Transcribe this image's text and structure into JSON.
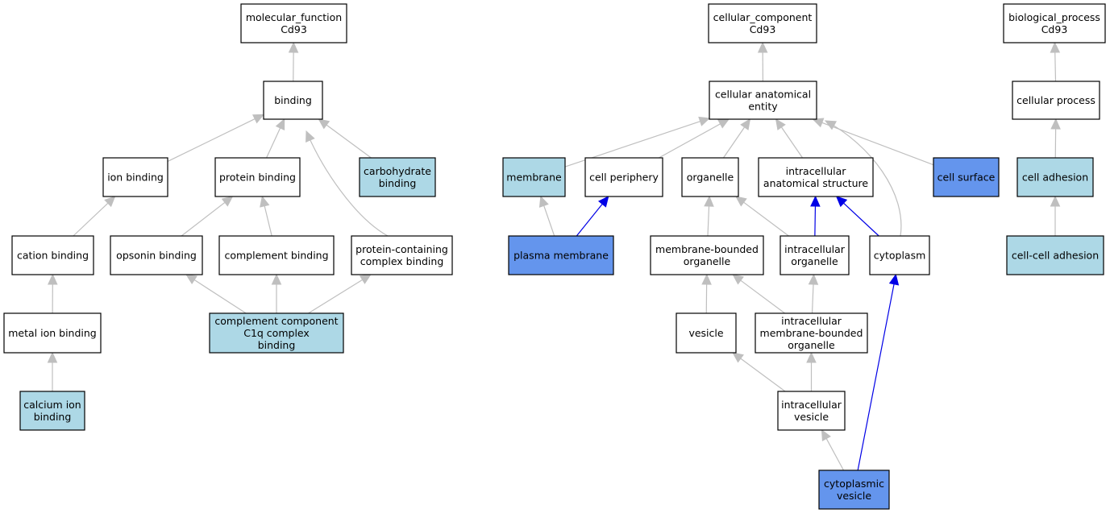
{
  "colors": {
    "edge": "#bfbfbf",
    "highlight_edge": "#0000e6",
    "node_default": "#ffffff",
    "node_light": "#add8e6",
    "node_strong": "#6495ed",
    "stroke": "#000000"
  },
  "nodes": [
    {
      "id": "mf",
      "lines": [
        "molecular_function",
        "Cd93"
      ],
      "fill": "default"
    },
    {
      "id": "binding",
      "lines": [
        "binding"
      ],
      "fill": "default"
    },
    {
      "id": "ion_binding",
      "lines": [
        "ion binding"
      ],
      "fill": "default"
    },
    {
      "id": "protein_binding",
      "lines": [
        "protein binding"
      ],
      "fill": "default"
    },
    {
      "id": "carbohydrate_binding",
      "lines": [
        "carbohydrate",
        "binding"
      ],
      "fill": "light"
    },
    {
      "id": "cation_binding",
      "lines": [
        "cation binding"
      ],
      "fill": "default"
    },
    {
      "id": "opsonin_binding",
      "lines": [
        "opsonin binding"
      ],
      "fill": "default"
    },
    {
      "id": "complement_binding",
      "lines": [
        "complement binding"
      ],
      "fill": "default"
    },
    {
      "id": "pcc_binding",
      "lines": [
        "protein-containing",
        "complex binding"
      ],
      "fill": "default"
    },
    {
      "id": "metal_ion_binding",
      "lines": [
        "metal ion binding"
      ],
      "fill": "default"
    },
    {
      "id": "c1q_binding",
      "lines": [
        "complement component",
        "C1q complex",
        "binding"
      ],
      "fill": "light"
    },
    {
      "id": "calcium_ion_binding",
      "lines": [
        "calcium ion",
        "binding"
      ],
      "fill": "light"
    },
    {
      "id": "cc",
      "lines": [
        "cellular_component",
        "Cd93"
      ],
      "fill": "default"
    },
    {
      "id": "cae",
      "lines": [
        "cellular anatomical",
        "entity"
      ],
      "fill": "default"
    },
    {
      "id": "membrane",
      "lines": [
        "membrane"
      ],
      "fill": "light"
    },
    {
      "id": "cell_periphery",
      "lines": [
        "cell periphery"
      ],
      "fill": "default"
    },
    {
      "id": "organelle",
      "lines": [
        "organelle"
      ],
      "fill": "default"
    },
    {
      "id": "ias",
      "lines": [
        "intracellular",
        "anatomical structure"
      ],
      "fill": "default"
    },
    {
      "id": "cell_surface",
      "lines": [
        "cell surface"
      ],
      "fill": "strong"
    },
    {
      "id": "plasma_membrane",
      "lines": [
        "plasma membrane"
      ],
      "fill": "strong"
    },
    {
      "id": "mbo",
      "lines": [
        "membrane-bounded",
        "organelle"
      ],
      "fill": "default"
    },
    {
      "id": "intra_org",
      "lines": [
        "intracellular",
        "organelle"
      ],
      "fill": "default"
    },
    {
      "id": "cytoplasm",
      "lines": [
        "cytoplasm"
      ],
      "fill": "default"
    },
    {
      "id": "vesicle",
      "lines": [
        "vesicle"
      ],
      "fill": "default"
    },
    {
      "id": "imbo",
      "lines": [
        "intracellular",
        "membrane-bounded",
        "organelle"
      ],
      "fill": "default"
    },
    {
      "id": "intra_vesicle",
      "lines": [
        "intracellular",
        "vesicle"
      ],
      "fill": "default"
    },
    {
      "id": "cyto_vesicle",
      "lines": [
        "cytoplasmic",
        "vesicle"
      ],
      "fill": "strong"
    },
    {
      "id": "bp",
      "lines": [
        "biological_process",
        "Cd93"
      ],
      "fill": "default"
    },
    {
      "id": "cellular_process",
      "lines": [
        "cellular process"
      ],
      "fill": "default"
    },
    {
      "id": "cell_adhesion",
      "lines": [
        "cell adhesion"
      ],
      "fill": "light"
    },
    {
      "id": "cc_adhesion",
      "lines": [
        "cell-cell adhesion"
      ],
      "fill": "light"
    }
  ],
  "edges": [
    {
      "from": "binding",
      "to": "mf",
      "highlight": false
    },
    {
      "from": "ion_binding",
      "to": "binding",
      "highlight": false
    },
    {
      "from": "protein_binding",
      "to": "binding",
      "highlight": false
    },
    {
      "from": "carbohydrate_binding",
      "to": "binding",
      "highlight": false
    },
    {
      "from": "pcc_binding",
      "to": "binding",
      "highlight": false
    },
    {
      "from": "cation_binding",
      "to": "ion_binding",
      "highlight": false
    },
    {
      "from": "opsonin_binding",
      "to": "protein_binding",
      "highlight": false
    },
    {
      "from": "complement_binding",
      "to": "protein_binding",
      "highlight": false
    },
    {
      "from": "metal_ion_binding",
      "to": "cation_binding",
      "highlight": false
    },
    {
      "from": "calcium_ion_binding",
      "to": "metal_ion_binding",
      "highlight": false
    },
    {
      "from": "c1q_binding",
      "to": "opsonin_binding",
      "highlight": false
    },
    {
      "from": "c1q_binding",
      "to": "complement_binding",
      "highlight": false
    },
    {
      "from": "c1q_binding",
      "to": "pcc_binding",
      "highlight": false
    },
    {
      "from": "cae",
      "to": "cc",
      "highlight": false
    },
    {
      "from": "membrane",
      "to": "cae",
      "highlight": false
    },
    {
      "from": "cell_periphery",
      "to": "cae",
      "highlight": false
    },
    {
      "from": "organelle",
      "to": "cae",
      "highlight": false
    },
    {
      "from": "ias",
      "to": "cae",
      "highlight": false
    },
    {
      "from": "cell_surface",
      "to": "cae",
      "highlight": false
    },
    {
      "from": "cytoplasm",
      "to": "cae",
      "highlight": false
    },
    {
      "from": "plasma_membrane",
      "to": "membrane",
      "highlight": false
    },
    {
      "from": "plasma_membrane",
      "to": "cell_periphery",
      "highlight": true
    },
    {
      "from": "mbo",
      "to": "organelle",
      "highlight": false
    },
    {
      "from": "intra_org",
      "to": "organelle",
      "highlight": false
    },
    {
      "from": "intra_org",
      "to": "ias",
      "highlight": true
    },
    {
      "from": "cytoplasm",
      "to": "ias",
      "highlight": true
    },
    {
      "from": "vesicle",
      "to": "mbo",
      "highlight": false
    },
    {
      "from": "imbo",
      "to": "mbo",
      "highlight": false
    },
    {
      "from": "imbo",
      "to": "intra_org",
      "highlight": false
    },
    {
      "from": "intra_vesicle",
      "to": "vesicle",
      "highlight": false
    },
    {
      "from": "intra_vesicle",
      "to": "imbo",
      "highlight": false
    },
    {
      "from": "cyto_vesicle",
      "to": "intra_vesicle",
      "highlight": false
    },
    {
      "from": "cyto_vesicle",
      "to": "cytoplasm",
      "highlight": true
    },
    {
      "from": "cellular_process",
      "to": "bp",
      "highlight": false
    },
    {
      "from": "cell_adhesion",
      "to": "cellular_process",
      "highlight": false
    },
    {
      "from": "cc_adhesion",
      "to": "cell_adhesion",
      "highlight": false
    }
  ]
}
